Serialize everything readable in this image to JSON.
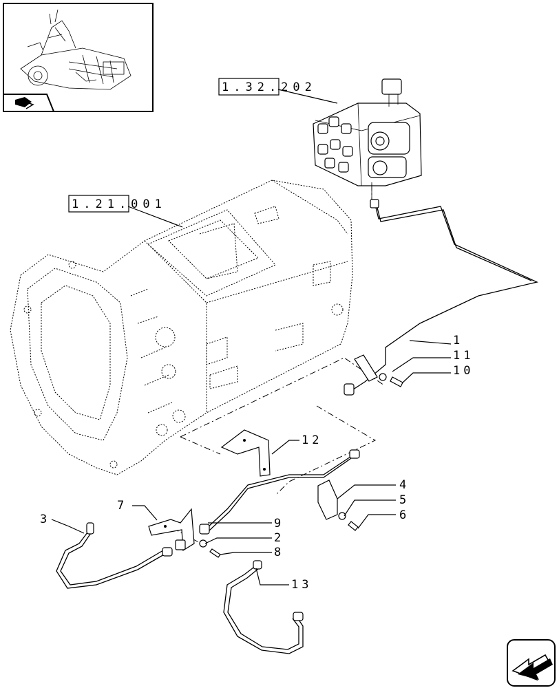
{
  "references": [
    {
      "id": "ref-1-32-202",
      "text": "1.32.202",
      "boxed": "1.32."
    },
    {
      "id": "ref-1-21-001",
      "text": "1.21.001",
      "boxed": "1.21."
    }
  ],
  "callouts": [
    {
      "id": "callout-1",
      "text": "1"
    },
    {
      "id": "callout-11",
      "text": "11"
    },
    {
      "id": "callout-10",
      "text": "10"
    },
    {
      "id": "callout-12",
      "text": "12"
    },
    {
      "id": "callout-4",
      "text": "4"
    },
    {
      "id": "callout-5",
      "text": "5"
    },
    {
      "id": "callout-6",
      "text": "6"
    },
    {
      "id": "callout-7",
      "text": "7"
    },
    {
      "id": "callout-9",
      "text": "9"
    },
    {
      "id": "callout-3",
      "text": "3"
    },
    {
      "id": "callout-2",
      "text": "2"
    },
    {
      "id": "callout-8",
      "text": "8"
    },
    {
      "id": "callout-13",
      "text": "13"
    }
  ],
  "icons": {
    "thumbnail": "tractor-assembly-thumbnail",
    "tab": "book-arrow-icon",
    "nav": "previous-page-arrow-icon"
  }
}
